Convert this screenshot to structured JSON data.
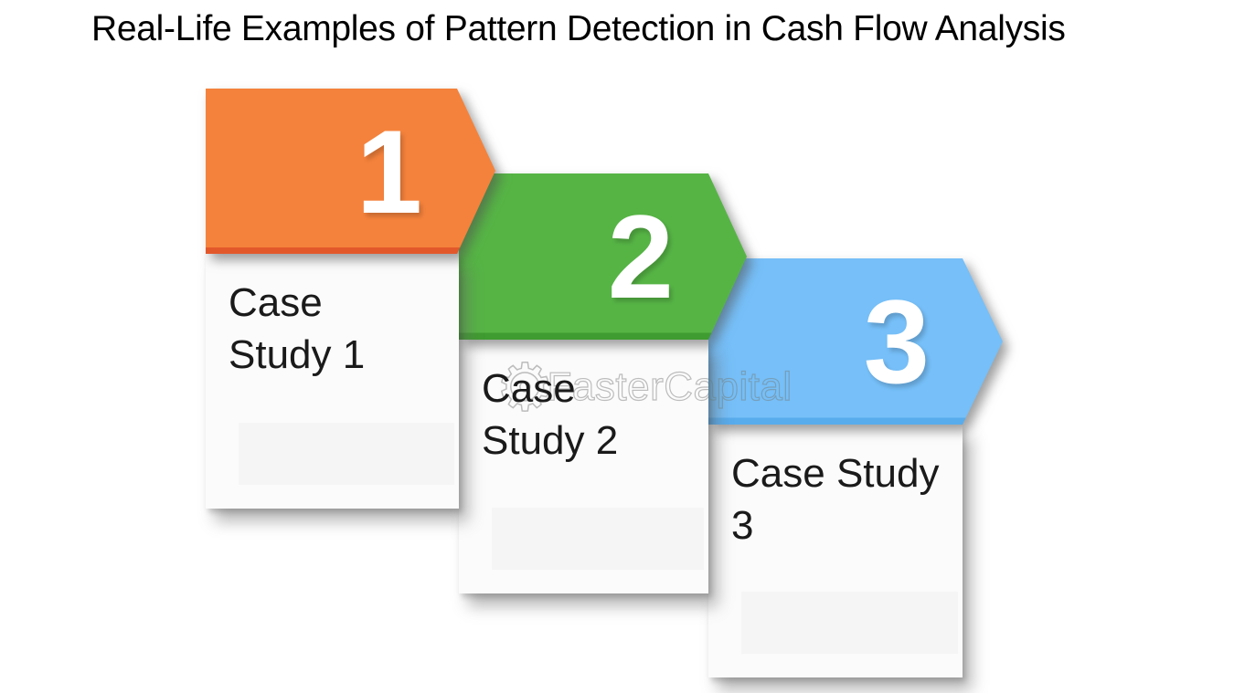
{
  "page": {
    "title": "Real-Life Examples of Pattern Detection in Cash Flow Analysis",
    "background_color": "#FFFFFF",
    "text_color": "#1A1A1A"
  },
  "watermark": {
    "brand": "FasterCapital",
    "icon": "gear-icon",
    "color": "#7D7D7D"
  },
  "steps": [
    {
      "number": "1",
      "label_lines": [
        "Case",
        "Study 1"
      ],
      "color": "#F4823C",
      "edge_color": "#E2582B",
      "number_color": "#FFFFFF"
    },
    {
      "number": "2",
      "label_lines": [
        "Case",
        "Study 2"
      ],
      "color": "#56B445",
      "edge_color": "#3F9C30",
      "number_color": "#FFFFFF"
    },
    {
      "number": "3",
      "label_lines": [
        "Case Study",
        "3"
      ],
      "color": "#76BFF8",
      "edge_color": "#58ACEC",
      "number_color": "#FFFFFF"
    }
  ]
}
